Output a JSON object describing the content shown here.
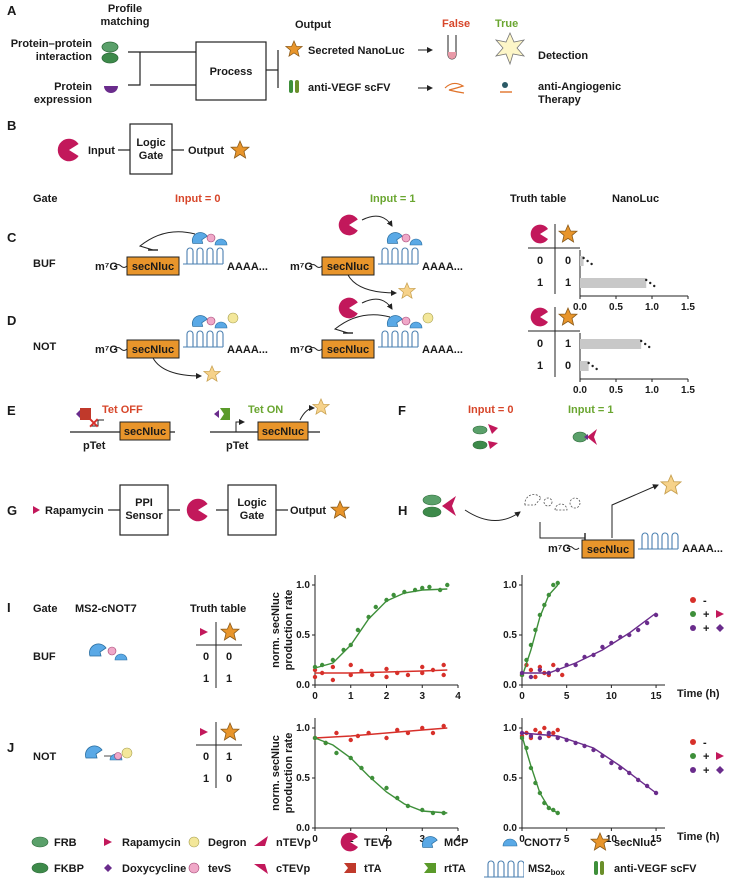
{
  "panels": {
    "A": "A",
    "B": "B",
    "C": "C",
    "D": "D",
    "E": "E",
    "F": "F",
    "G": "G",
    "H": "H",
    "I": "I",
    "J": "J"
  },
  "panelA": {
    "profile_matching": "Profile\nmatching",
    "ppi": "Protein–protein\ninteraction",
    "protein_expression": "Protein\nexpression",
    "process": "Process",
    "output": "Output",
    "secreted_nanoluc": "Secreted NanoLuc",
    "anti_vegf": "anti-VEGF scFV",
    "false": "False",
    "true": "True",
    "detection": "Detection",
    "therapy": "anti-Angiogenic\nTherapy"
  },
  "panelB": {
    "input": "Input",
    "logic_gate": "Logic\nGate",
    "output": "Output"
  },
  "headers": {
    "gate": "Gate",
    "input0": "Input = 0",
    "input1": "Input = 1",
    "truth_table": "Truth table",
    "nanoluc": "NanoLuc"
  },
  "gates_cd": [
    {
      "name": "BUF",
      "tt": [
        [
          "0",
          "0"
        ],
        [
          "1",
          "1"
        ]
      ],
      "bars": [
        0.05,
        0.92
      ]
    },
    {
      "name": "NOT",
      "tt": [
        [
          "0",
          "1"
        ],
        [
          "1",
          "0"
        ]
      ],
      "bars": [
        0.85,
        0.12
      ]
    }
  ],
  "bar_axis": {
    "ticks": [
      "0.0",
      "0.5",
      "1.0",
      "1.5"
    ],
    "xlim": [
      0,
      1.5
    ]
  },
  "mrna": {
    "cap": "m⁷G",
    "gene": "secNluc",
    "tail": "AAAA..."
  },
  "panelE": {
    "tet_off": "Tet OFF",
    "tet_on": "Tet ON",
    "promoter": "pTet",
    "gene": "secNluc"
  },
  "panelF": {
    "input0": "Input = 0",
    "input1": "Input = 1"
  },
  "panelG": {
    "rapamycin": "Rapamycin",
    "ppi_sensor": "PPI\nSensor",
    "logic_gate": "Logic\nGate",
    "output": "Output"
  },
  "panelIJ": {
    "gate": "Gate",
    "ms2": "MS2-cNOT7",
    "truth_table": "Truth table",
    "rows": [
      {
        "name": "BUF",
        "tt": [
          [
            "0",
            "0"
          ],
          [
            "1",
            "1"
          ]
        ]
      },
      {
        "name": "NOT",
        "tt": [
          [
            "0",
            "1"
          ],
          [
            "1",
            "0"
          ]
        ]
      }
    ],
    "ylabel": "norm. secNluc\nproduction rate",
    "xlabel": "Time (h)",
    "legend": [
      {
        "color": "#d7302a",
        "sign": "-",
        "symbol": ""
      },
      {
        "color": "#3e8f3a",
        "sign": "+",
        "symbol": "rapamycin"
      },
      {
        "color": "#6a2c8c",
        "sign": "+",
        "symbol": "doxycycline"
      }
    ],
    "left_xticks": [
      "0",
      "1",
      "2",
      "3",
      "4"
    ],
    "right_xticks": [
      "0",
      "5",
      "10",
      "15"
    ],
    "yticks": [
      "0.0",
      "0.5",
      "1.0"
    ]
  },
  "legend_bottom": [
    [
      "FRB",
      "Rapamycin",
      "Degron",
      "nTEVp",
      "TEVp",
      "MCP",
      "CNOT7",
      "secNluc"
    ],
    [
      "FKBP",
      "Doxycycline",
      "tevS",
      "cTEVp",
      "tTA",
      "rtTA",
      "MS2box",
      "anti-VEGF scFV"
    ]
  ],
  "colors": {
    "gene": "#e8952b",
    "tevp": "#c2185b",
    "mcp": "#5aa9e6",
    "frb": "#5aa06a",
    "star": "#e8952b",
    "dox": "#6a2c8c"
  },
  "chart_data": [
    {
      "type": "scatter",
      "title": "I left",
      "xlabel": "",
      "ylabel": "norm. secNluc production rate",
      "xlim": [
        0,
        4
      ],
      "ylim": [
        0,
        1.1
      ],
      "series": [
        {
          "color": "#d7302a",
          "x": [
            0,
            0,
            0.2,
            0.5,
            0.5,
            1,
            1,
            1.3,
            1.6,
            2,
            2,
            2.3,
            2.6,
            3,
            3,
            3.3,
            3.6,
            3.6
          ],
          "y": [
            0.08,
            0.15,
            0.12,
            0.05,
            0.18,
            0.1,
            0.2,
            0.14,
            0.1,
            0.08,
            0.16,
            0.12,
            0.1,
            0.18,
            0.12,
            0.15,
            0.1,
            0.2
          ],
          "curve": [
            [
              0,
              0.12
            ],
            [
              1,
              0.12
            ],
            [
              2,
              0.13
            ],
            [
              3,
              0.14
            ],
            [
              3.7,
              0.15
            ]
          ]
        },
        {
          "color": "#3e8f3a",
          "x": [
            0,
            0.2,
            0.5,
            0.8,
            1,
            1.2,
            1.5,
            1.7,
            2,
            2.2,
            2.5,
            2.8,
            3,
            3.2,
            3.5,
            3.7
          ],
          "y": [
            0.18,
            0.2,
            0.25,
            0.35,
            0.4,
            0.55,
            0.68,
            0.78,
            0.85,
            0.9,
            0.93,
            0.95,
            0.97,
            0.98,
            0.95,
            1.0
          ],
          "curve": [
            [
              0,
              0.17
            ],
            [
              0.5,
              0.22
            ],
            [
              1,
              0.4
            ],
            [
              1.5,
              0.66
            ],
            [
              2,
              0.84
            ],
            [
              2.5,
              0.92
            ],
            [
              3,
              0.95
            ],
            [
              3.7,
              0.96
            ]
          ]
        }
      ]
    },
    {
      "type": "scatter",
      "title": "I right",
      "xlabel": "Time (h)",
      "ylabel": "",
      "xlim": [
        0,
        16
      ],
      "ylim": [
        0,
        1.1
      ],
      "series": [
        {
          "color": "#d7302a",
          "x": [
            0,
            0.5,
            1,
            1.5,
            2,
            2.5,
            3,
            3.5,
            4,
            4.5
          ],
          "y": [
            0.1,
            0.2,
            0.15,
            0.08,
            0.18,
            0.12,
            0.1,
            0.2,
            0.15,
            0.1
          ],
          "curve": []
        },
        {
          "color": "#3e8f3a",
          "x": [
            0,
            0.5,
            1,
            1.5,
            2,
            2.5,
            3,
            3.5,
            4
          ],
          "y": [
            0.1,
            0.25,
            0.4,
            0.55,
            0.7,
            0.8,
            0.9,
            1.0,
            1.02
          ],
          "curve": [
            [
              0,
              0.08
            ],
            [
              1,
              0.35
            ],
            [
              2,
              0.68
            ],
            [
              3,
              0.9
            ],
            [
              4,
              1.0
            ]
          ]
        },
        {
          "color": "#6a2c8c",
          "x": [
            0,
            1,
            2,
            3,
            4,
            5,
            6,
            7,
            8,
            9,
            10,
            11,
            12,
            13,
            14,
            15
          ],
          "y": [
            0.12,
            0.08,
            0.15,
            0.12,
            0.15,
            0.2,
            0.2,
            0.28,
            0.3,
            0.38,
            0.42,
            0.48,
            0.5,
            0.55,
            0.62,
            0.7
          ],
          "curve": [
            [
              0,
              0.12
            ],
            [
              3,
              0.12
            ],
            [
              6,
              0.22
            ],
            [
              9,
              0.35
            ],
            [
              12,
              0.52
            ],
            [
              15,
              0.72
            ]
          ]
        }
      ]
    },
    {
      "type": "scatter",
      "title": "J left",
      "xlabel": "",
      "ylabel": "norm. secNluc production rate",
      "xlim": [
        0,
        4
      ],
      "ylim": [
        0,
        1.1
      ],
      "series": [
        {
          "color": "#d7302a",
          "x": [
            0,
            0.3,
            0.6,
            1,
            1.2,
            1.5,
            2,
            2.3,
            2.6,
            3,
            3.3,
            3.6
          ],
          "y": [
            0.9,
            0.85,
            0.95,
            0.88,
            0.92,
            0.95,
            0.9,
            0.98,
            0.95,
            1.0,
            0.95,
            1.02
          ],
          "curve": [
            [
              0,
              0.9
            ],
            [
              1,
              0.92
            ],
            [
              2,
              0.95
            ],
            [
              3,
              0.98
            ],
            [
              3.7,
              1.0
            ]
          ]
        },
        {
          "color": "#3e8f3a",
          "x": [
            0,
            0.3,
            0.6,
            1,
            1.3,
            1.6,
            2,
            2.3,
            2.6,
            3,
            3.3,
            3.6
          ],
          "y": [
            0.9,
            0.85,
            0.75,
            0.7,
            0.6,
            0.5,
            0.4,
            0.3,
            0.22,
            0.18,
            0.15,
            0.15
          ],
          "curve": [
            [
              0,
              0.9
            ],
            [
              0.5,
              0.83
            ],
            [
              1,
              0.7
            ],
            [
              1.5,
              0.52
            ],
            [
              2,
              0.36
            ],
            [
              2.5,
              0.24
            ],
            [
              3,
              0.17
            ],
            [
              3.7,
              0.15
            ]
          ]
        }
      ]
    },
    {
      "type": "scatter",
      "title": "J right",
      "xlabel": "Time (h)",
      "ylabel": "",
      "xlim": [
        0,
        16
      ],
      "ylim": [
        0,
        1.1
      ],
      "series": [
        {
          "color": "#d7302a",
          "x": [
            0,
            0.5,
            1,
            1.5,
            2,
            2.5,
            3,
            3.5,
            4
          ],
          "y": [
            0.92,
            0.95,
            0.9,
            0.98,
            0.95,
            1.0,
            0.92,
            0.95,
            0.98
          ],
          "curve": []
        },
        {
          "color": "#3e8f3a",
          "x": [
            0,
            0.5,
            1,
            1.5,
            2,
            2.5,
            3,
            3.5,
            4
          ],
          "y": [
            0.9,
            0.8,
            0.6,
            0.45,
            0.35,
            0.25,
            0.2,
            0.18,
            0.15
          ],
          "curve": [
            [
              0,
              0.92
            ],
            [
              1,
              0.62
            ],
            [
              2,
              0.35
            ],
            [
              3,
              0.2
            ],
            [
              4,
              0.15
            ]
          ]
        },
        {
          "color": "#6a2c8c",
          "x": [
            0,
            1,
            2,
            3,
            4,
            5,
            6,
            7,
            8,
            9,
            10,
            11,
            12,
            13,
            14,
            15
          ],
          "y": [
            0.95,
            0.92,
            0.9,
            0.95,
            0.9,
            0.88,
            0.85,
            0.82,
            0.78,
            0.72,
            0.65,
            0.6,
            0.55,
            0.48,
            0.42,
            0.35
          ],
          "curve": [
            [
              0,
              0.95
            ],
            [
              4,
              0.92
            ],
            [
              8,
              0.8
            ],
            [
              11,
              0.62
            ],
            [
              15,
              0.35
            ]
          ]
        }
      ]
    }
  ]
}
